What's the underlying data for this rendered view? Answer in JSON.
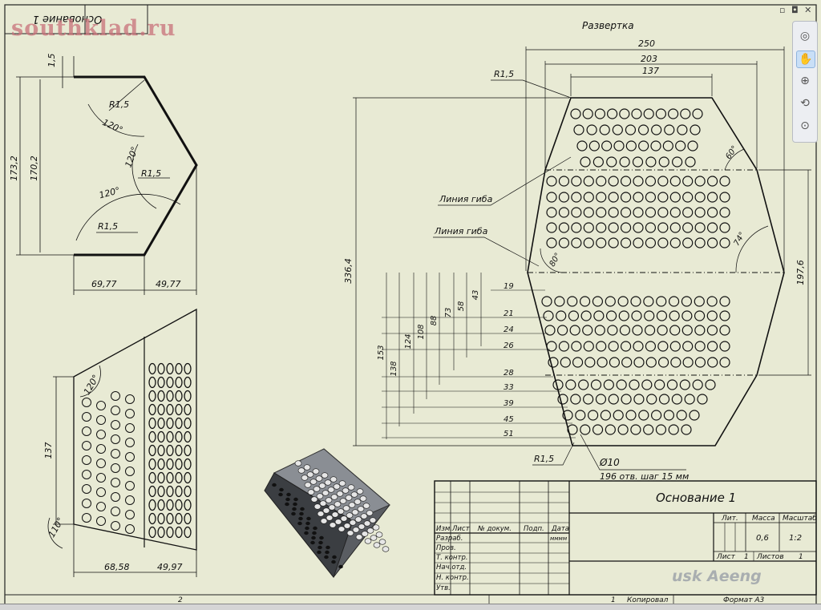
{
  "watermark": "southklad.ru",
  "logo_text": "usk Aeeng",
  "window_controls": "▫ ◘ ✕",
  "nav_tools": [
    {
      "icon": "steering-wheel-icon",
      "glyph": "◎"
    },
    {
      "icon": "pan-hand-icon",
      "glyph": "✋"
    },
    {
      "icon": "zoom-icon",
      "glyph": "⊕"
    },
    {
      "icon": "orbit-icon",
      "glyph": "⟲"
    },
    {
      "icon": "look-at-icon",
      "glyph": "⊙"
    }
  ],
  "stamp_top_left": "Основание 1",
  "flat_title": "Развертка",
  "views": {
    "profile": {
      "d_top": "1,5",
      "r1": "R1,5",
      "r2": "R1,5",
      "r3": "R1,5",
      "a1": "120°",
      "a2": "120°",
      "a3": "120°",
      "h_outer": "173,2",
      "h_inner": "170,2",
      "w_left": "69,77",
      "w_right": "49,77"
    },
    "side": {
      "a_top": "120°",
      "a_bottom": "110°",
      "h": "137",
      "w_left": "68,58",
      "w_right": "49,97"
    },
    "flat": {
      "w250": "250",
      "w203": "203",
      "w137": "137",
      "r_top": "R1,5",
      "a60": "60°",
      "a74": "74°",
      "a80": "80°",
      "bend_line_1": "Линия гиба",
      "bend_line_2": "Линия гиба",
      "h_total": "336,4",
      "h_right": "197,6",
      "v_dims": [
        "153",
        "138",
        "124",
        "108",
        "88",
        "73",
        "58",
        "43"
      ],
      "h_dims": [
        "19",
        "21",
        "24",
        "26",
        "28",
        "33",
        "39",
        "45",
        "51"
      ],
      "r_bottom": "R1,5",
      "hole_dia": "Ø10",
      "hole_note": "196 отв. шаг 15 мм"
    }
  },
  "title_block": {
    "name": "Основание 1",
    "col_lit": "Лит.",
    "col_mass": "Масса",
    "col_scale": "Масштаб",
    "mass": "0,6",
    "scale": "1:2",
    "sheet_label": "Лист",
    "sheet_no": "1",
    "sheets_label": "Листов",
    "sheets_no": "1",
    "h_izm": "Изм.",
    "h_list": "Лист",
    "h_doc": "№ докум.",
    "h_sign": "Подп.",
    "h_date": "Дата",
    "row_razrab": "Разраб.",
    "row_prov": "Пров.",
    "row_tkontr": "Т. контр.",
    "row_nachotd": "Нач.отд.",
    "row_nkontr": "Н. контр.",
    "row_utv": "Утв.",
    "date_val": "мммм"
  },
  "bottom_row": {
    "num": "2",
    "one": "1",
    "copied": "Копировал",
    "format": "Формат А3"
  }
}
